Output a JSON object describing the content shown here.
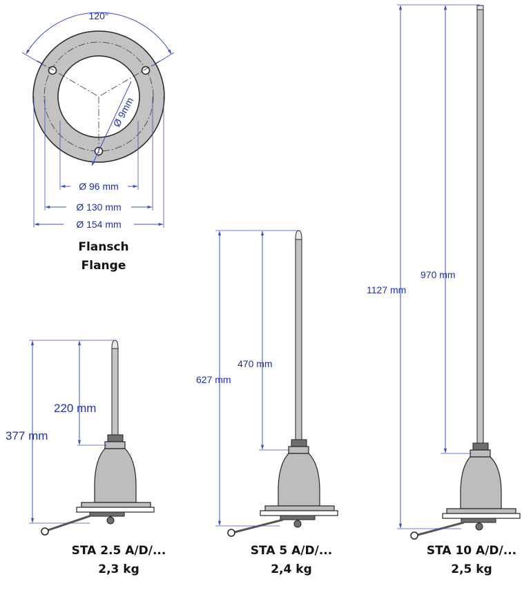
{
  "flange": {
    "angle_label": "120°",
    "hole_label": "Ø 9mm",
    "d_inner_label": "Ø 96 mm",
    "d_bolt_label": "Ø 130 mm",
    "d_outer_label": "Ø 154 mm",
    "caption_de": "Flansch",
    "caption_en": "Flange"
  },
  "antennas": [
    {
      "model": "STA 2.5 A/D/...",
      "weight": "2,3 kg",
      "rod_length": "220 mm",
      "total_length": "377 mm"
    },
    {
      "model": "STA 5 A/D/...",
      "weight": "2,4 kg",
      "rod_length": "470 mm",
      "total_length": "627 mm"
    },
    {
      "model": "STA 10 A/D/...",
      "weight": "2,5 kg",
      "rod_length": "970 mm",
      "total_length": "1127 mm"
    }
  ],
  "colors": {
    "dimension": "#1f2fa8",
    "part_fill": "#bdbdbd",
    "dark_part": "#6e6e6e"
  }
}
